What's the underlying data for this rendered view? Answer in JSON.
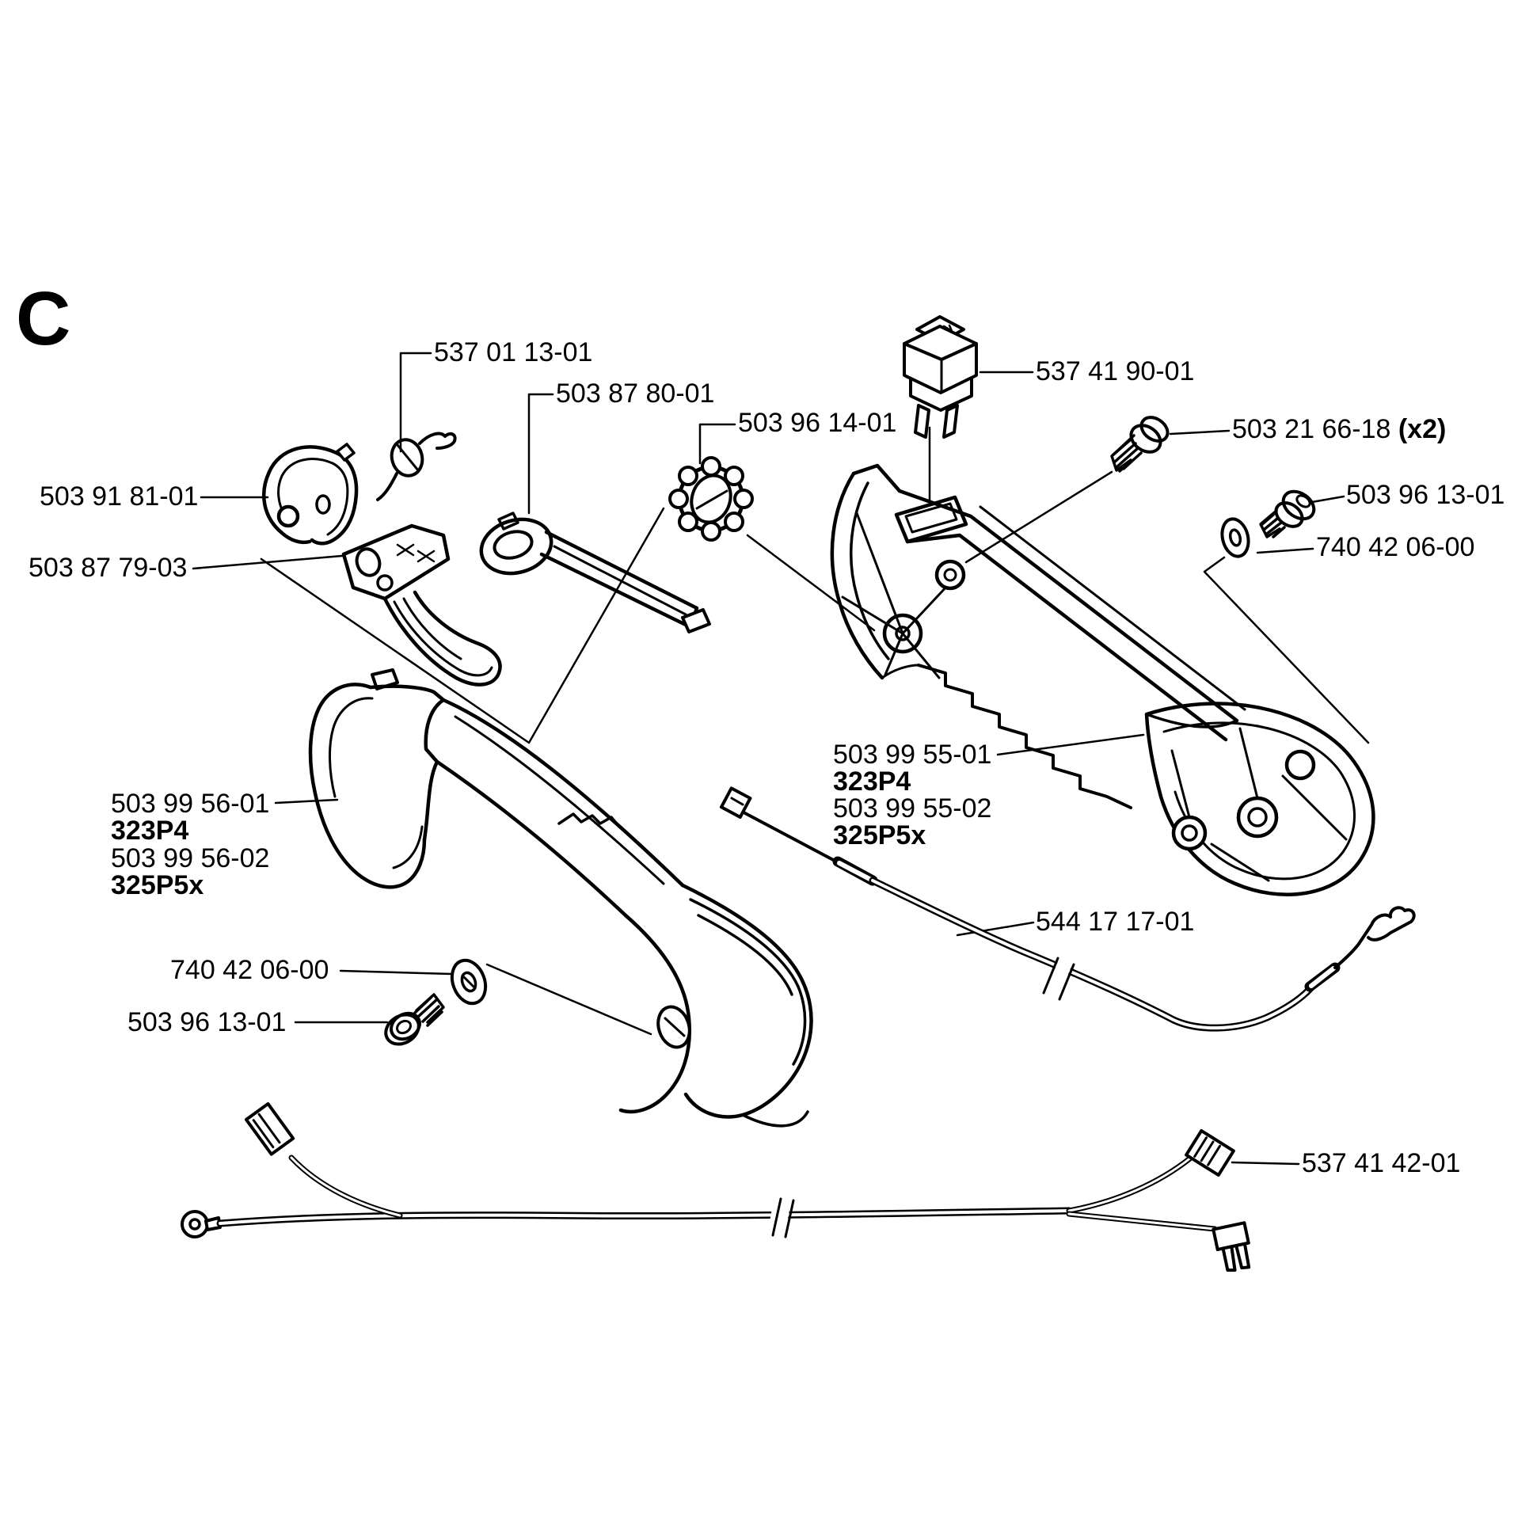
{
  "section": {
    "letter": "C"
  },
  "diagram": {
    "type": "exploded-parts-diagram",
    "models": [
      "323P4",
      "325P5x"
    ],
    "parts": [
      {
        "part_number": "503 91 81-01",
        "shape": "clamp"
      },
      {
        "part_number": "537 01 13-01",
        "shape": "torsion-spring"
      },
      {
        "part_number": "503 87 80-01",
        "shape": "throttle-lever"
      },
      {
        "part_number": "503 96 14-01",
        "shape": "star-washer"
      },
      {
        "part_number": "537 41 90-01",
        "shape": "stop-switch"
      },
      {
        "part_number": "503 21 66-18",
        "qty_note": "(x2)",
        "shape": "screw"
      },
      {
        "part_number": "503 96 13-01",
        "shape": "screw"
      },
      {
        "part_number": "740 42 06-00",
        "shape": "washer"
      },
      {
        "part_number": "503 87 79-03",
        "shape": "throttle-trigger"
      },
      {
        "part_number": "503 99 56-01",
        "model": "323P4",
        "shape": "handle-half-front"
      },
      {
        "part_number": "503 99 56-02",
        "model": "325P5x",
        "shape": "handle-half-front"
      },
      {
        "part_number": "503 99 55-01",
        "model": "323P4",
        "shape": "handle-half-rear"
      },
      {
        "part_number": "503 99 55-02",
        "model": "325P5x",
        "shape": "handle-half-rear"
      },
      {
        "part_number": "544 17 17-01",
        "shape": "throttle-cable"
      },
      {
        "part_number": "537 41 42-01",
        "shape": "wiring-harness"
      }
    ],
    "labels": {
      "clamp": "503 91 81-01",
      "spring": "537 01 13-01",
      "lever": "503 87 80-01",
      "star_washer": "503 96 14-01",
      "switch": "537 41 90-01",
      "screw_x2": "503 21 66-18",
      "screw_x2_qty": "(x2)",
      "screw_small_right": "503 96 13-01",
      "washer_right": "740 42 06-00",
      "trigger": "503 87 79-03",
      "handle_front_1": "503 99 56-01",
      "handle_front_model_1": "323P4",
      "handle_front_2": "503 99 56-02",
      "handle_front_model_2": "325P5x",
      "handle_rear_1": "503 99 55-01",
      "handle_rear_model_1": "323P4",
      "handle_rear_2": "503 99 55-02",
      "handle_rear_model_2": "325P5x",
      "cable": "544 17 17-01",
      "washer_bottom": "740 42 06-00",
      "screw_bottom": "503 96 13-01",
      "harness": "537 41 42-01"
    },
    "colors": {
      "line": "#000000",
      "background": "#ffffff"
    }
  }
}
